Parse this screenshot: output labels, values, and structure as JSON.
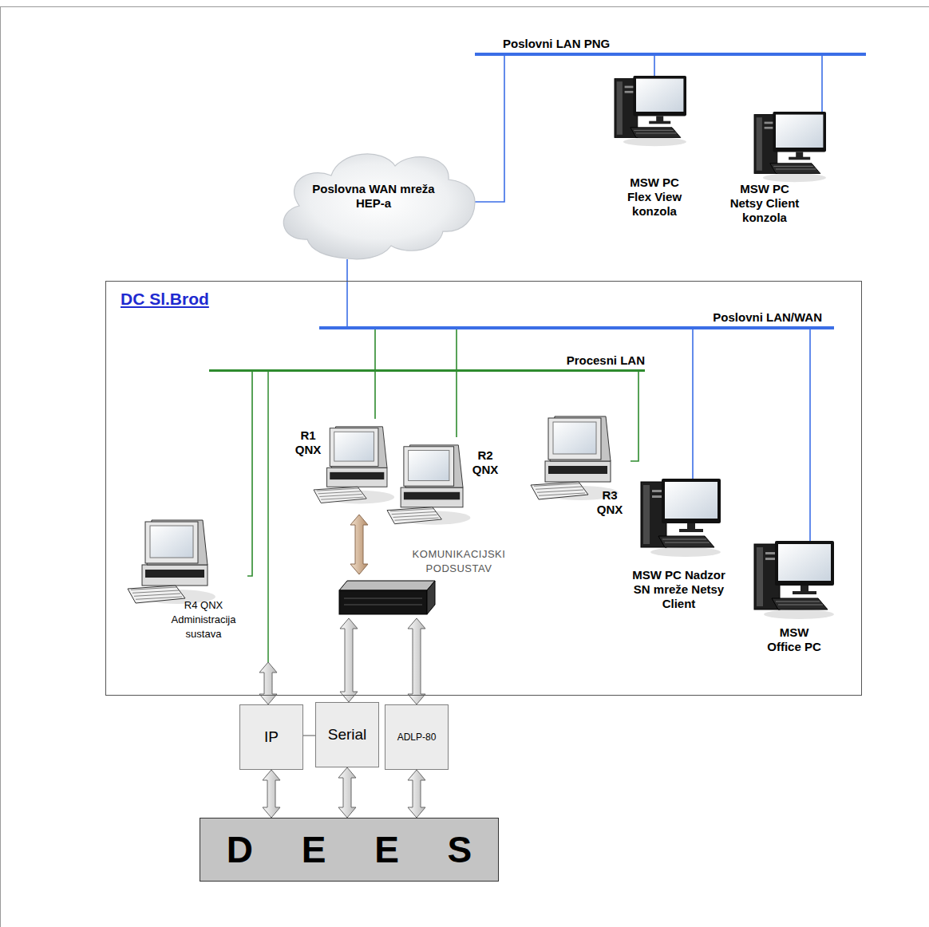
{
  "diagram": {
    "nodes": [
      {
        "text": [
          "Poslovni LAN PNG"
        ]
      },
      {
        "text": [
          "MSW PC Flex View konzola"
        ]
      },
      {
        "text": [
          "MSW PC Netsy Client konzola"
        ]
      },
      {
        "text": [
          "Poslovna WAN mreža HEP-a"
        ]
      },
      {
        "text": [
          "DC Sl.Brod"
        ]
      },
      {
        "text": [
          "Poslovni LAN/WAN"
        ],
        "in": 4
      },
      {
        "text": [
          "Procesni LAN"
        ],
        "in": 4
      },
      {
        "text": [
          "R1 QNX"
        ],
        "in": 4
      },
      {
        "text": [
          "R2 QNX"
        ],
        "in": 4
      },
      {
        "text": [
          "R3 QNX"
        ],
        "in": 4
      },
      {
        "text": [
          "R4 QNX Administracija sustava"
        ],
        "in": 4
      },
      {
        "text": [
          "KOMUNIKACIJSKI PODSUSTAV"
        ],
        "in": 4
      },
      {
        "text": [
          "MSW PC Nadzor SN mreže Netsy Client"
        ],
        "in": 4
      },
      {
        "text": [
          "MSW Office PC"
        ],
        "in": 4
      },
      {
        "text": [
          "IP"
        ]
      },
      {
        "text": [
          "Serial"
        ]
      },
      {
        "text": [
          "ADLP-80"
        ]
      },
      {
        "text": [
          "D E E S"
        ]
      }
    ],
    "edges": [
      {
        "from": 3,
        "to": 0,
        "arrow": "none"
      },
      {
        "from": 1,
        "to": 0,
        "arrow": "none"
      },
      {
        "from": 2,
        "to": 0,
        "arrow": "none"
      },
      {
        "from": 3,
        "to": 5,
        "arrow": "none"
      },
      {
        "from": 7,
        "to": 5,
        "arrow": "none"
      },
      {
        "from": 8,
        "to": 5,
        "arrow": "none"
      },
      {
        "from": 12,
        "to": 5,
        "arrow": "none"
      },
      {
        "from": 13,
        "to": 5,
        "arrow": "none"
      },
      {
        "from": 9,
        "to": 6,
        "arrow": "none"
      },
      {
        "from": 10,
        "to": 6,
        "arrow": "none"
      },
      {
        "from": 6,
        "to": 14,
        "arrow": "both"
      },
      {
        "from": 7,
        "to": 11,
        "arrow": "both"
      },
      {
        "from": 11,
        "to": 15,
        "arrow": "both"
      },
      {
        "from": 11,
        "to": 16,
        "arrow": "both"
      },
      {
        "from": 14,
        "to": 15,
        "arrow": "none"
      },
      {
        "from": 14,
        "to": 17,
        "arrow": "both"
      },
      {
        "from": 15,
        "to": 17,
        "arrow": "both"
      },
      {
        "from": 16,
        "to": 17,
        "arrow": "both"
      }
    ]
  }
}
